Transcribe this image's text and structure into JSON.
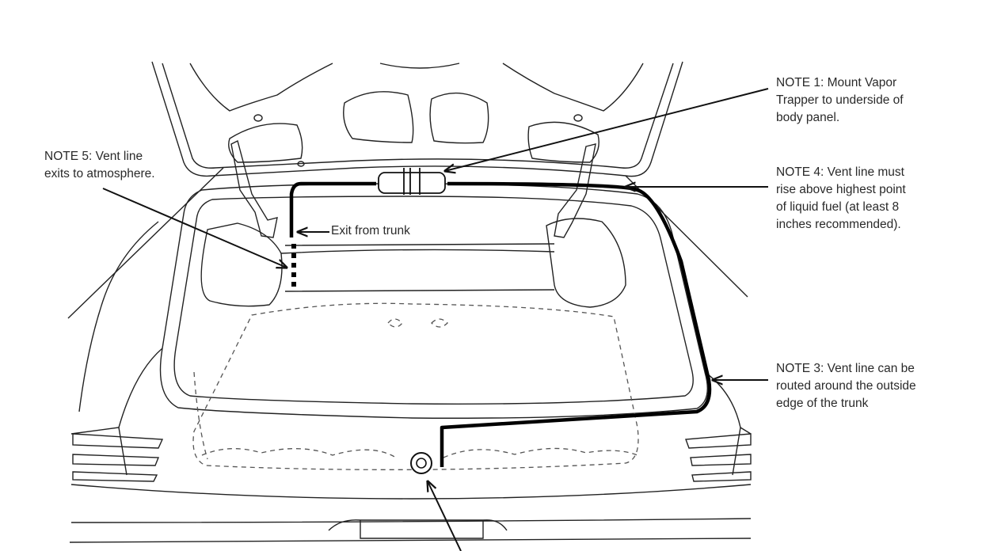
{
  "notes": {
    "note1": [
      "NOTE 1: Mount Vapor",
      "Trapper to underside of",
      "body panel."
    ],
    "note4": [
      "NOTE 4: Vent line must",
      "rise above highest point",
      "of liquid fuel (at least 8",
      "inches recommended)."
    ],
    "note3": [
      "NOTE 3: Vent line can be",
      "routed around the outside",
      "edge of the trunk"
    ],
    "note5": [
      "NOTE 5: Vent line",
      "exits to atmosphere."
    ]
  },
  "labels": {
    "exit_from_trunk": "Exit from trunk"
  }
}
